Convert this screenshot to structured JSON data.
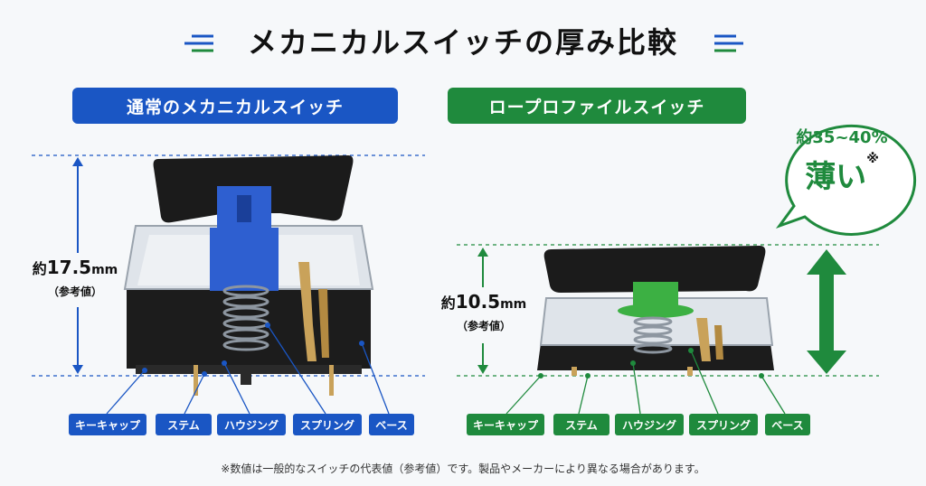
{
  "title": "メカニカルスイッチの厚み比較",
  "left": {
    "heading": "通常のメカニカルスイッチ",
    "measure_prefix": "約",
    "measure_value": "17.5",
    "measure_unit": "mm",
    "measure_note": "（参考値）",
    "labels": [
      "キーキャップ",
      "ステム",
      "ハウジング",
      "スプリング",
      "ベース"
    ],
    "accent": "#1a56c4",
    "stem_color": "#2e5fd0"
  },
  "right": {
    "heading": "ロープロファイルスイッチ",
    "measure_prefix": "約",
    "measure_value": "10.5",
    "measure_unit": "mm",
    "measure_note": "（参考値）",
    "labels": [
      "キーキャップ",
      "ステム",
      "ハウジング",
      "スプリング",
      "ベース"
    ],
    "accent": "#1f8a3d",
    "stem_color": "#3cb043"
  },
  "bubble": {
    "line1": "約35~40%",
    "line2": "薄い",
    "mark": "※"
  },
  "footnote": "※数値は一般的なスイッチの代表値（参考値）です。製品やメーカーにより異なる場合があります。"
}
